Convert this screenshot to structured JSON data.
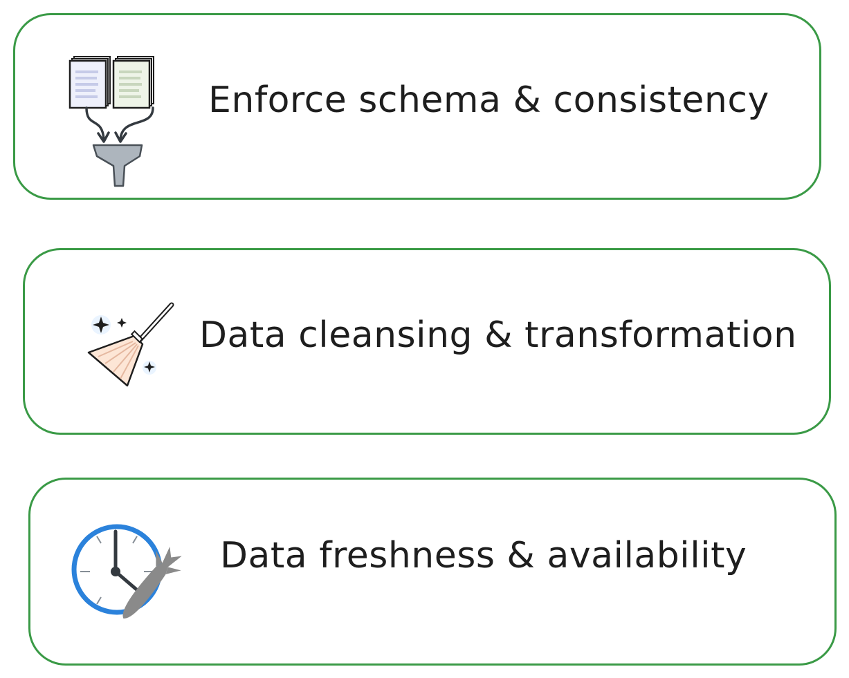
{
  "cards": [
    {
      "label": "Enforce schema & consistency",
      "icon": "documents-into-funnel-icon"
    },
    {
      "label": "Data cleansing & transformation",
      "icon": "broom-with-sparkles-icon"
    },
    {
      "label": "Data freshness & availability",
      "icon": "clock-with-rocket-icon"
    }
  ],
  "colors": {
    "card_border": "#3a9a46",
    "text": "#1e1e1e",
    "clock_ring": "#2b82db",
    "rocket": "#8a8a8a",
    "broom_head": "#fde6d6",
    "funnel": "#adb5bd"
  }
}
